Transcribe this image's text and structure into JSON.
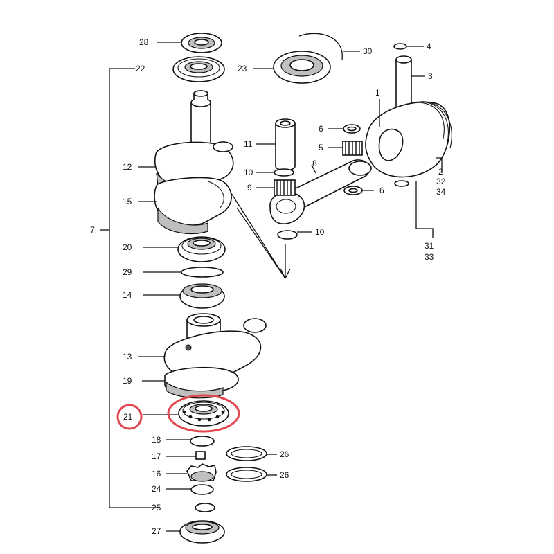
{
  "diagram": {
    "labels": {
      "p28": "28",
      "p22": "22",
      "p23": "23",
      "p30": "30",
      "p4": "4",
      "p3": "3",
      "p1": "1",
      "p6a": "6",
      "p5": "5",
      "p11": "11",
      "p10a": "10",
      "p9": "9",
      "p8": "8",
      "p6b": "6",
      "p10b": "10",
      "p2": "2",
      "p32": "32",
      "p34": "34",
      "p31": "31",
      "p33": "33",
      "p12": "12",
      "p15": "15",
      "p7": "7",
      "p20": "20",
      "p29": "29",
      "p14": "14",
      "p13": "13",
      "p19": "19",
      "p21": "21",
      "p18": "18",
      "p17": "17",
      "p16": "16",
      "p26a": "26",
      "p26b": "26",
      "p24": "24",
      "p25": "25",
      "p27": "27"
    },
    "highlight": {
      "part": "21",
      "color": "#e2474f"
    }
  }
}
